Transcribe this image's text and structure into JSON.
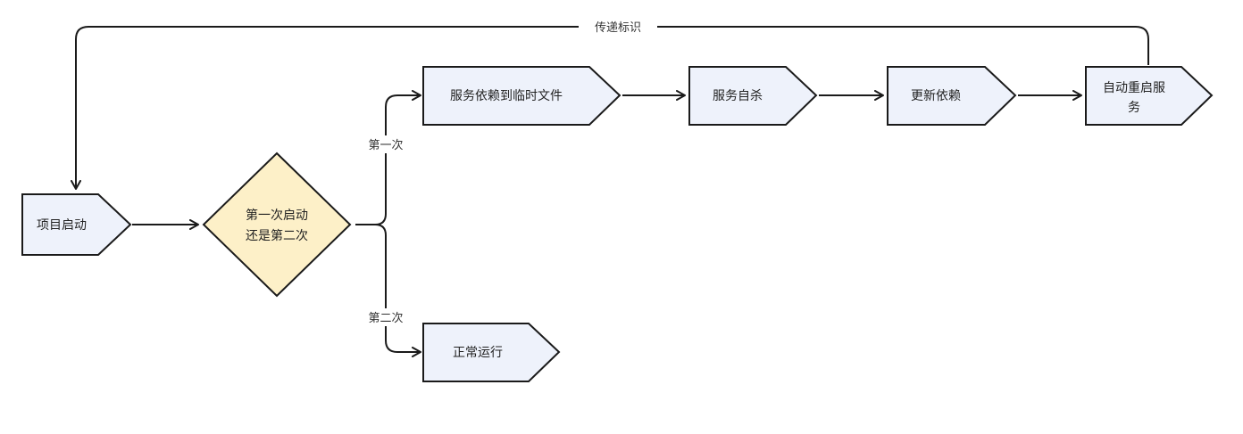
{
  "colors": {
    "process_fill": "#eef2fb",
    "decision_fill": "#fdf0c8",
    "stroke": "#1a1a1a",
    "background": "#ffffff"
  },
  "nodes": {
    "start": "项目启动",
    "decision_line1": "第一次启动",
    "decision_line2": "还是第二次",
    "dump_deps": "服务依赖到临时文件",
    "self_kill": "服务自杀",
    "update_deps": "更新依赖",
    "restart_line1": "自动重启服",
    "restart_line2": "务",
    "normal_run": "正常运行"
  },
  "edges": {
    "first_time": "第一次",
    "second_time": "第二次",
    "pass_flag": "传递标识"
  }
}
